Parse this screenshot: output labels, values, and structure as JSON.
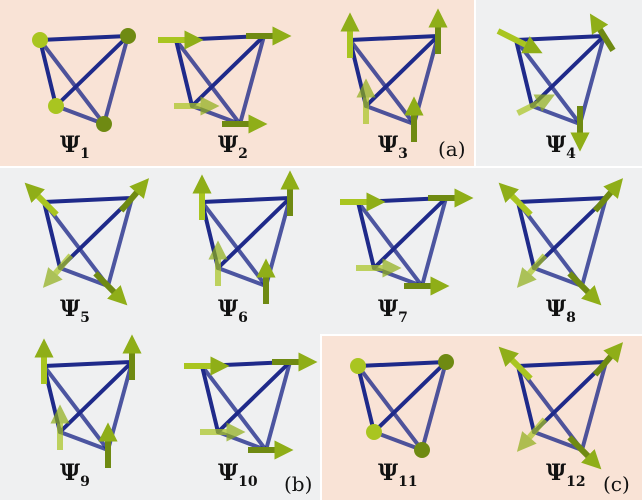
{
  "panels": [
    {
      "tag": "(a)",
      "color": "#f9e3d6"
    },
    {
      "tag": "(b)",
      "color": "#eff0f1"
    },
    {
      "tag": "(c)",
      "color": "#f9e3d6"
    }
  ],
  "states": [
    {
      "symbol": "Ψ",
      "sub": "1",
      "orientation": "spheres"
    },
    {
      "symbol": "Ψ",
      "sub": "2",
      "orientation": "horizontal"
    },
    {
      "symbol": "Ψ",
      "sub": "3",
      "orientation": "vertical"
    },
    {
      "symbol": "Ψ",
      "sub": "4",
      "orientation": "mixed"
    },
    {
      "symbol": "Ψ",
      "sub": "5",
      "orientation": "diagonal"
    },
    {
      "symbol": "Ψ",
      "sub": "6",
      "orientation": "vertical"
    },
    {
      "symbol": "Ψ",
      "sub": "7",
      "orientation": "horizontal"
    },
    {
      "symbol": "Ψ",
      "sub": "8",
      "orientation": "diagonal"
    },
    {
      "symbol": "Ψ",
      "sub": "9",
      "orientation": "vertical"
    },
    {
      "symbol": "Ψ",
      "sub": "10",
      "orientation": "horizontal"
    },
    {
      "symbol": "Ψ",
      "sub": "11",
      "orientation": "spheres"
    },
    {
      "symbol": "Ψ",
      "sub": "12",
      "orientation": "diagonal"
    }
  ],
  "colors": {
    "edge": "#1f2a8a",
    "arrow": "#a9c520",
    "arrow_dark": "#6f8a12",
    "text": "#111111"
  }
}
